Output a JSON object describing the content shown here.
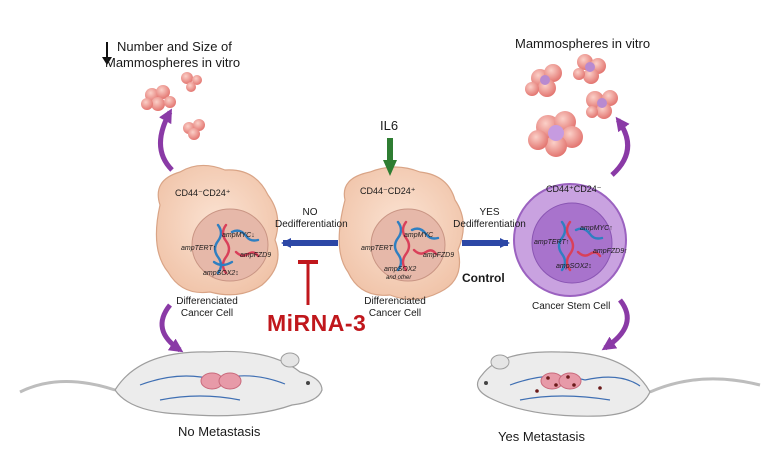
{
  "top_left": {
    "line1": "Number and Size of",
    "line2": "Mammospheres in vitro"
  },
  "top_right": {
    "label": "Mammospheres in vitro"
  },
  "stimulus": {
    "label": "IL6"
  },
  "left_cell": {
    "marker": "CD44⁻CD24⁺",
    "genes": {
      "myc": "ampMYC",
      "tert": "ampTERT",
      "fzd9": "ampFZD9",
      "sox2": "ampSOX2"
    },
    "label_line1": "Differenciated",
    "label_line2": "Cancer Cell"
  },
  "center_cell": {
    "marker": "CD44⁻CD24⁺",
    "genes": {
      "myc": "ampMYC",
      "tert": "ampTERT",
      "fzd9": "ampFZD9",
      "sox2": "ampSOX2",
      "other": "and other"
    },
    "label_line1": "Differenciated",
    "label_line2": "Cancer Cell"
  },
  "right_cell": {
    "marker": "CD44⁺CD24⁻",
    "genes": {
      "myc": "ampMYC",
      "tert": "ampTERT",
      "fzd9": "ampFZD9",
      "sox2": "ampSOX2"
    },
    "label": "Cancer Stem Cell"
  },
  "left_arrow": {
    "line1": "NO",
    "line2": "Dedifferentiation"
  },
  "right_arrow": {
    "line1": "YES",
    "line2": "Dedifferentiation"
  },
  "inhibitor": {
    "label": "MiRNA-3"
  },
  "control": {
    "label": "Control"
  },
  "bottom_left": {
    "label": "No Metastasis"
  },
  "bottom_right": {
    "label": "Yes Metastasis"
  },
  "colors": {
    "cell_fill": "#f6d3bd",
    "nucleus": "#e6b8a9",
    "stem_outer": "#b98ad4",
    "stem_inner": "#9b62c0",
    "arrow_blue": "#2c47a6",
    "arrow_purple": "#8a3aa6",
    "arrow_green": "#2e7d32",
    "inhibitor_red": "#c0171c",
    "mammosphere": "#e8847e"
  },
  "icons": [
    "down-arrow-icon",
    "dna-icon",
    "mouse-icon",
    "mammosphere-icon"
  ]
}
